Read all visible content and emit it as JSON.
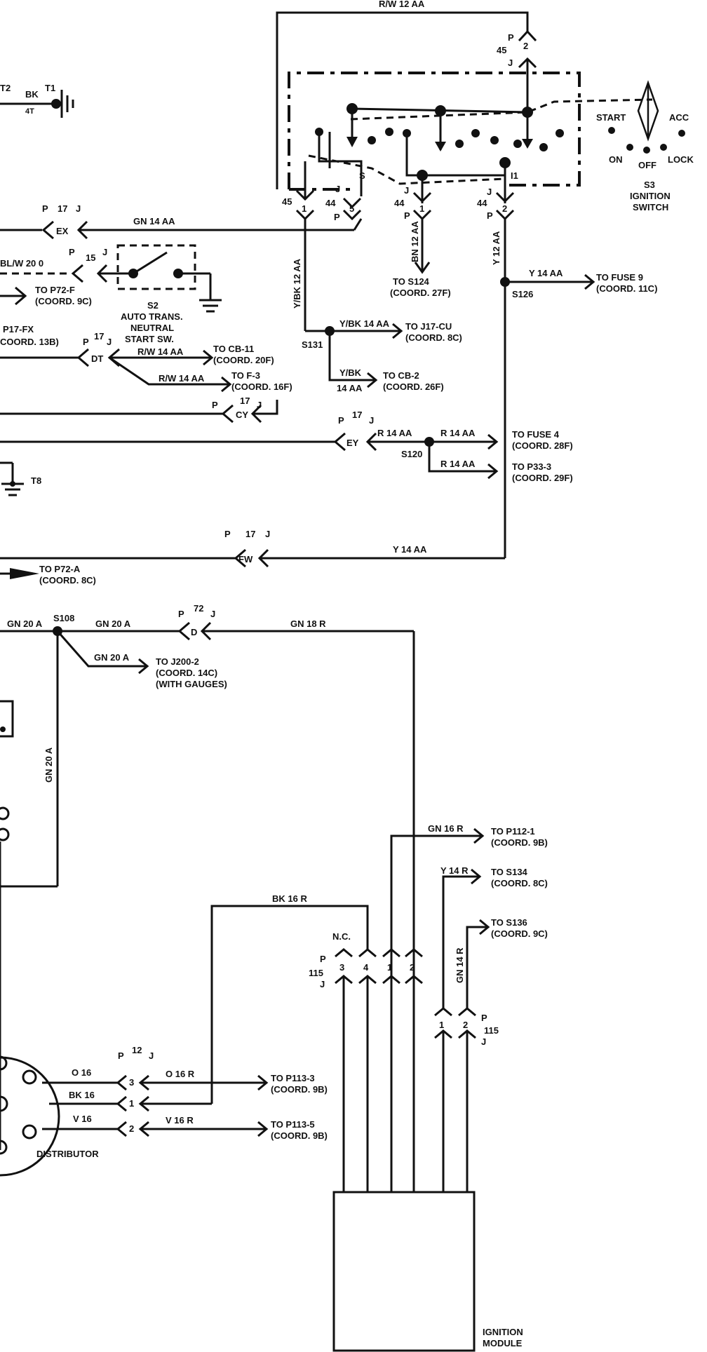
{
  "ignition_switch": {
    "name": "S3",
    "title_1": "IGNITION",
    "title_2": "SWITCH",
    "positions": [
      "START",
      "ACC",
      "ON",
      "OFF",
      "LOCK"
    ],
    "pin_s": "S",
    "pin_i1": "I1"
  },
  "wires": {
    "rw12": "R/W 12 AA",
    "bk": "BK",
    "t2": "T2",
    "t1": "T1",
    "four_t": "4T",
    "gn14": "GN 14 AA",
    "blw20": "BL/W 20 0",
    "ybk12": "Y/BK 12 AA",
    "bn12": "BN 12 AA",
    "y12": "Y 12 AA",
    "y14": "Y 14 AA",
    "ybk14": "Y/BK 14 AA",
    "ybk": "Y/BK",
    "fourteen_aa": "14 AA",
    "rw14a": "R/W 14 AA",
    "rw14b": "R/W 14 AA",
    "r14a": "R 14 AA",
    "r14b": "R 14 AA",
    "r14c": "R 14 AA",
    "y14_lower": "Y 14 AA",
    "gn20a": "GN 20 A",
    "gn20b": "GN 20 A",
    "gn20c": "GN 20 A",
    "gn20v": "GN 20 A",
    "gn18": "GN 18 R",
    "gn16": "GN 16 R",
    "y14r": "Y 14 R",
    "bk16r": "BK 16 R",
    "gn14r": "GN 14 R",
    "o16": "O 16",
    "bk16": "BK 16",
    "v16": "V 16",
    "o16r": "O 16 R",
    "v16r": "V 16 R"
  },
  "splices": {
    "s126": "S126",
    "s131": "S131",
    "s120": "S120",
    "s108": "S108",
    "t8": "T8"
  },
  "connectors": {
    "p": "P",
    "j": "J",
    "c17": "17",
    "c15": "15",
    "c45": "45",
    "c44": "44",
    "c72": "72",
    "c12": "12",
    "c115": "115",
    "ex": "EX",
    "dt": "DT",
    "cy": "CY",
    "ey": "EY",
    "fw": "FW",
    "d": "D",
    "pin1": "1",
    "pin2": "2",
    "pin3": "3",
    "pin4": "4",
    "pin5": "5",
    "nc": "N.C.",
    "p17fx": "P17-FX",
    "coord13b": "COORD. 13B)"
  },
  "neutral_switch": {
    "name": "S2",
    "line_1": "AUTO TRANS.",
    "line_2": "NEUTRAL",
    "line_3": "START SW."
  },
  "destinations": {
    "p72f": "TO P72-F",
    "p72f_c": "(COORD. 9C)",
    "s124": "TO S124",
    "s124_c": "(COORD. 27F)",
    "fuse9": "TO FUSE 9",
    "fuse9_c": "(COORD. 11C)",
    "j17cu": "TO J17-CU",
    "j17cu_c": "(COORD. 8C)",
    "cb2": "TO CB-2",
    "cb2_c": "(COORD. 26F)",
    "cb11": "TO CB-11",
    "cb11_c": "(COORD. 20F)",
    "f3": "TO F-3",
    "f3_c": "(COORD. 16F)",
    "fuse4": "TO FUSE 4",
    "fuse4_c": "(COORD. 28F)",
    "p33": "TO P33-3",
    "p33_c": "(COORD. 29F)",
    "p72a": "TO P72-A",
    "p72a_c": "(COORD. 8C)",
    "j200": "TO J200-2",
    "j200_c": "(COORD. 14C)",
    "j200_note": "(WITH GAUGES)",
    "p112": "TO P112-1",
    "p112_c": "(COORD. 9B)",
    "s134": "TO S134",
    "s134_c": "(COORD. 8C)",
    "s136": "TO S136",
    "s136_c": "(COORD. 9C)",
    "p113_3": "TO P113-3",
    "p113_3_c": "(COORD. 9B)",
    "p113_5": "TO P113-5",
    "p113_5_c": "(COORD. 9B)"
  },
  "components": {
    "distributor": "DISTRIBUTOR",
    "module_1": "IGNITION",
    "module_2": "MODULE"
  }
}
